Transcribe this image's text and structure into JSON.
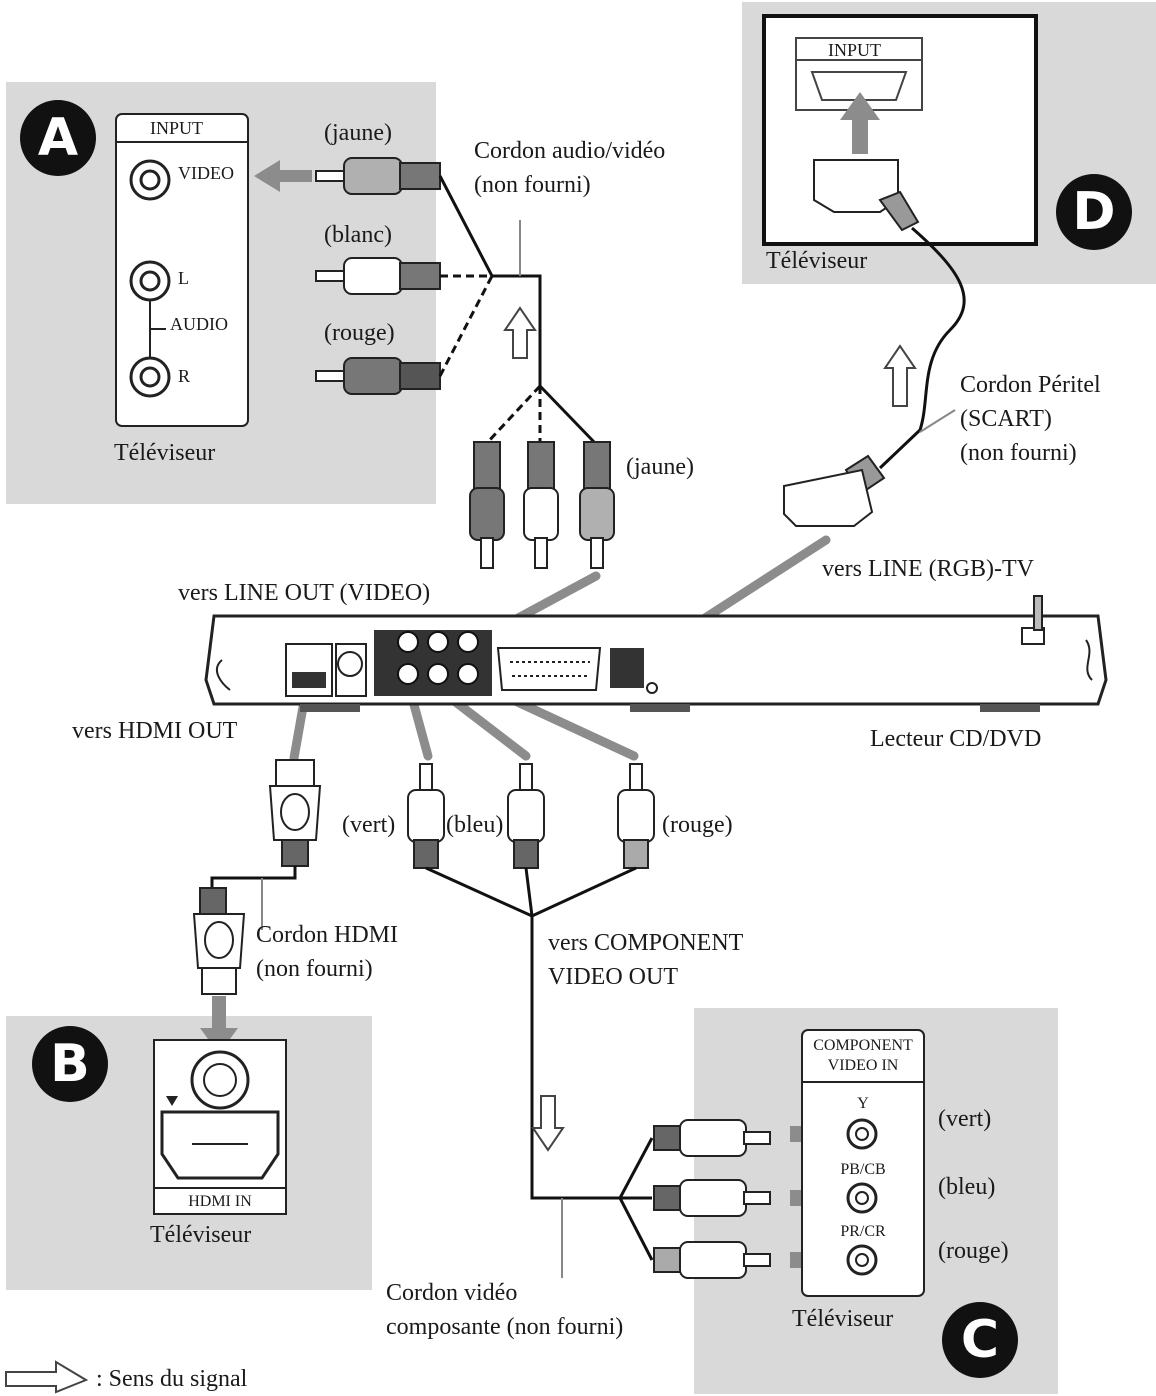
{
  "panels": {
    "A": {
      "badge": "A",
      "input_title": "INPUT",
      "video_jack": "VIDEO",
      "audio_l": "L",
      "audio_label": "AUDIO",
      "audio_r": "R",
      "tv_label": "Téléviseur"
    },
    "B": {
      "badge": "B",
      "port_label": "HDMI IN",
      "tv_label": "Téléviseur"
    },
    "C": {
      "badge": "C",
      "port_title_line1": "COMPONENT",
      "port_title_line2": "VIDEO IN",
      "jack_y": "Y",
      "jack_pb": "PB/CB",
      "jack_pr": "PR/CR",
      "color_y": "(vert)",
      "color_pb": "(bleu)",
      "color_pr": "(rouge)",
      "tv_label": "Téléviseur"
    },
    "D": {
      "badge": "D",
      "input_title": "INPUT",
      "tv_label": "Téléviseur"
    }
  },
  "labels": {
    "av_plug_yellow_top": "(jaune)",
    "av_plug_white": "(blanc)",
    "av_plug_red": "(rouge)",
    "av_cord_line1": "Cordon audio/vidéo",
    "av_cord_line2": "(non fourni)",
    "av_plug_yellow_bottom": "(jaune)",
    "line_out_video": "vers LINE OUT (VIDEO)",
    "scart_cord_line1": "Cordon Péritel",
    "scart_cord_line2": "(SCART)",
    "scart_cord_line3": "(non fourni)",
    "line_rgb_tv": "vers LINE (RGB)-TV",
    "hdmi_out": "vers HDMI OUT",
    "player": "Lecteur CD/DVD",
    "comp_plug_green": "(vert)",
    "comp_plug_blue": "(bleu)",
    "comp_plug_red": "(rouge)",
    "hdmi_cord_line1": "Cordon HDMI",
    "hdmi_cord_line2": "(non fourni)",
    "comp_out_line1": "vers COMPONENT",
    "comp_out_line2": "VIDEO OUT",
    "comp_cord_line1": "Cordon vidéo",
    "comp_cord_line2": "composante (non fourni)",
    "legend": ": Sens du signal"
  },
  "colors": {
    "panel_bg": "#d9d9d9",
    "arrow_gray": "#8c8c8c",
    "badge": "#111111"
  }
}
